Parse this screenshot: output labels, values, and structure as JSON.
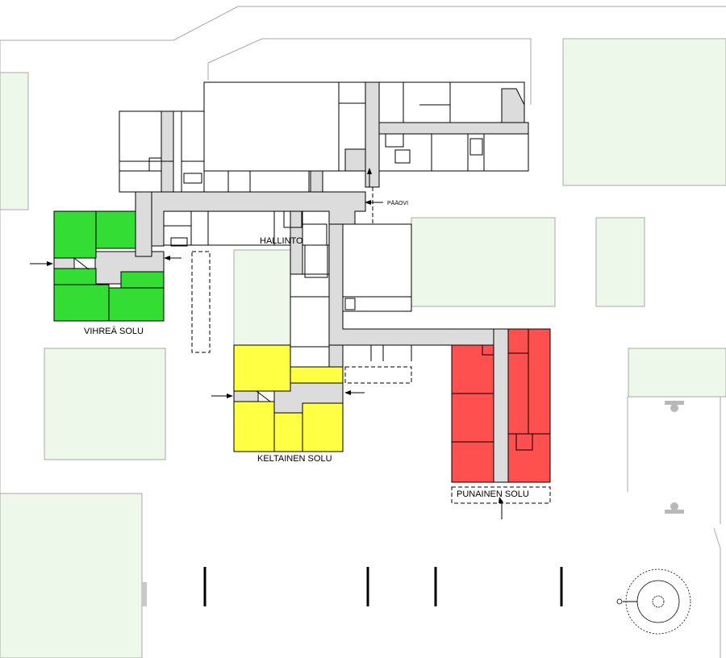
{
  "map": {
    "labels": {
      "hallinto": "HALLINTO",
      "paaovi": "PÄÄOVI",
      "vihrea": "VIHREÄ SOLU",
      "keltainen": "KELTAINEN SOLU",
      "punainen": "PUNAINEN SOLU"
    },
    "colors": {
      "green_wing": "#33dd33",
      "yellow_wing": "#ffff44",
      "red_wing": "#ff5050",
      "corridor": "#dcdcdc",
      "yard": "#eef8ea",
      "outline": "#a8a8a8"
    }
  }
}
